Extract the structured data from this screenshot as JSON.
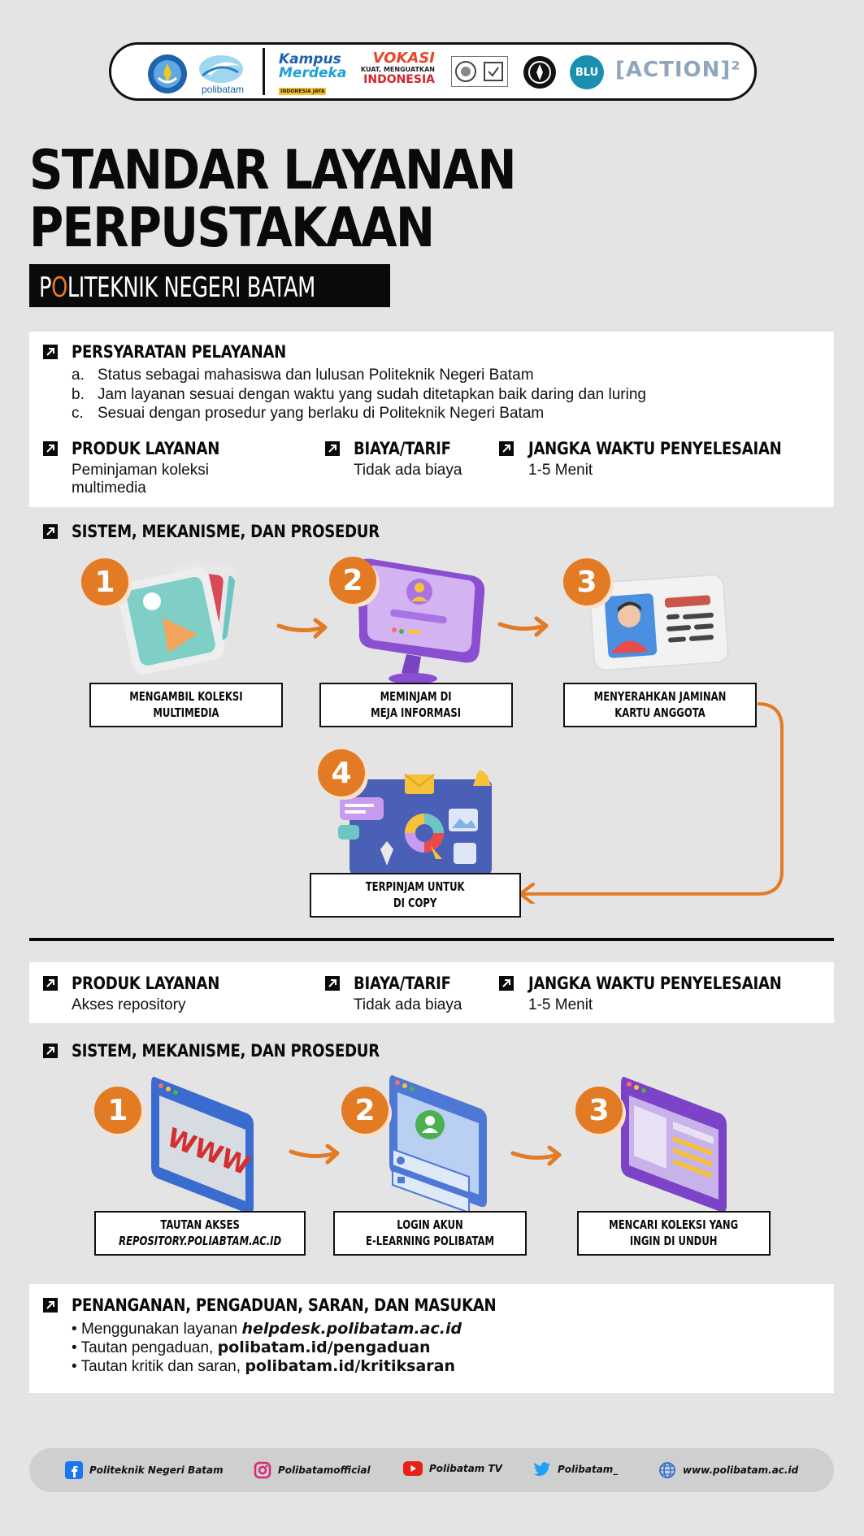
{
  "logos": {
    "kampus_merdeka_line1": "Kampus",
    "kampus_merdeka_line2": "Merdeka",
    "kampus_merdeka_tag": "INDONESIA JAYA",
    "vokasi_line1": "VOKASI",
    "vokasi_line2": "KUAT, MENGUATKAN",
    "vokasi_line3": "INDONESIA",
    "polibatam_label": "polibatam",
    "blu_label": "BLU",
    "action_label": "[ACTION]²"
  },
  "title": {
    "line1": "STANDAR LAYANAN",
    "line2": "PERPUSTAKAAN",
    "subtitle_p": "P",
    "subtitle_o": "O",
    "subtitle_rest": "LITEKNIK NEGERI BATAM"
  },
  "requirements": {
    "heading": "PERSYARATAN PELAYANAN",
    "items": [
      {
        "letter": "a.",
        "text": "Status sebagai mahasiswa dan lulusan Politeknik Negeri Batam"
      },
      {
        "letter": "b.",
        "text": "Jam layanan sesuai dengan waktu yang sudah ditetapkan baik daring dan luring"
      },
      {
        "letter": "c.",
        "text": "Sesuai dengan prosedur yang berlaku di Politeknik Negeri Batam"
      }
    ]
  },
  "service1": {
    "product_heading": "PRODUK LAYANAN",
    "product_line1": "Peminjaman koleksi",
    "product_line2": "multimedia",
    "fee_heading": "BIAYA/TARIF",
    "fee_value": "Tidak ada biaya",
    "time_heading": "JANGKA WAKTU PENYELESAIAN",
    "time_value": "1-5 Menit",
    "procedure_heading": "SISTEM, MEKANISME, DAN PROSEDUR",
    "steps": [
      {
        "num": "1",
        "line1": "MENGAMBIL KOLEKSI",
        "line2": "MULTIMEDIA"
      },
      {
        "num": "2",
        "line1": "MEMINJAM DI",
        "line2": "MEJA INFORMASI"
      },
      {
        "num": "3",
        "line1": "MENYERAHKAN JAMINAN",
        "line2": "KARTU ANGGOTA"
      },
      {
        "num": "4",
        "line1": "TERPINJAM UNTUK",
        "line2": "DI COPY"
      }
    ]
  },
  "service2": {
    "product_heading": "PRODUK LAYANAN",
    "product_value": "Akses repository",
    "fee_heading": "BIAYA/TARIF",
    "fee_value": "Tidak ada biaya",
    "time_heading": "JANGKA WAKTU PENYELESAIAN",
    "time_value": "1-5 Menit",
    "procedure_heading": "SISTEM, MEKANISME, DAN PROSEDUR",
    "steps": [
      {
        "num": "1",
        "line1": "TAUTAN AKSES",
        "line2": "REPOSITORY.POLIABTAM.AC.ID"
      },
      {
        "num": "2",
        "line1": "LOGIN AKUN",
        "line2": "E-LEARNING POLIBATAM"
      },
      {
        "num": "3",
        "line1": "MENCARI KOLEKSI YANG",
        "line2": "INGIN DI UNDUH"
      }
    ],
    "www_text": "WWW"
  },
  "complaints": {
    "heading": "PENANGANAN, PENGADUAN, SARAN, DAN MASUKAN",
    "items": [
      {
        "prefix": "Menggunakan layanan ",
        "link": "helpdesk.polibatam.ac.id"
      },
      {
        "prefix": "Tautan pengaduan, ",
        "link": "polibatam.id/pengaduan"
      },
      {
        "prefix": "Tautan kritik dan saran, ",
        "link": "polibatam.id/kritiksaran"
      }
    ]
  },
  "footer": {
    "facebook": "Politeknik Negeri Batam",
    "instagram": "Polibatamofficial",
    "youtube": "Polibatam TV",
    "twitter": "Polibatam_",
    "website": "www.polibatam.ac.id"
  },
  "colors": {
    "accent_orange": "#e27b23",
    "background": "#e4e4e4",
    "panel": "#ffffff",
    "dark": "#0a0a0a"
  }
}
